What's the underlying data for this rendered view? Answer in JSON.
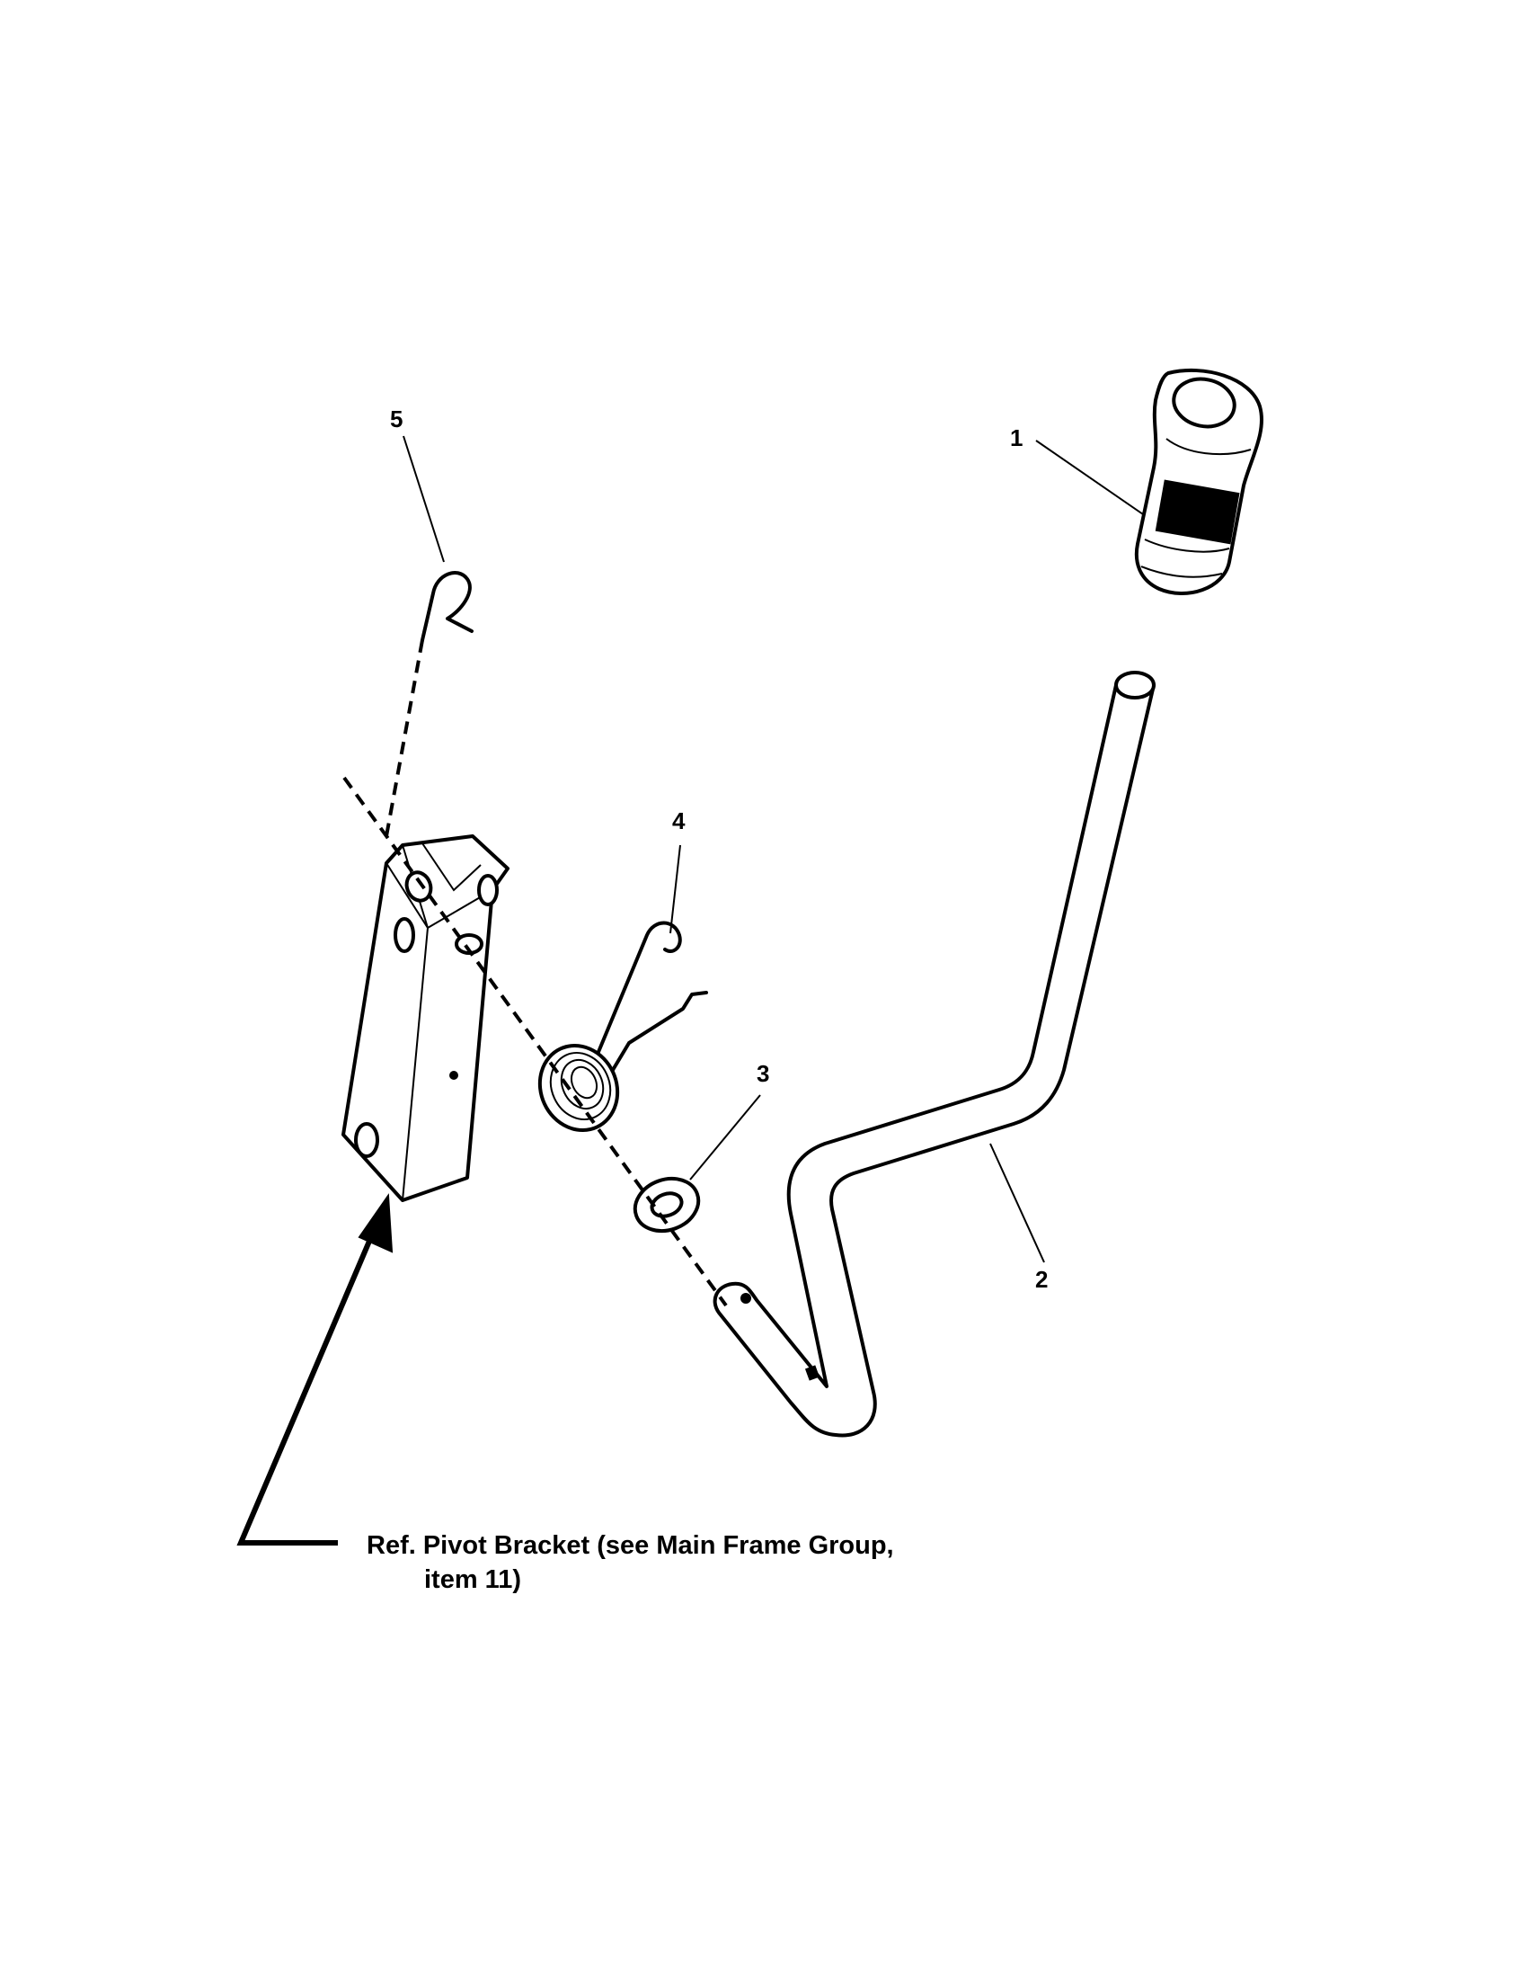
{
  "diagram": {
    "callouts": [
      {
        "id": "1",
        "label": "1"
      },
      {
        "id": "2",
        "label": "2"
      },
      {
        "id": "3",
        "label": "3"
      },
      {
        "id": "4",
        "label": "4"
      },
      {
        "id": "5",
        "label": "5"
      }
    ],
    "reference_note": {
      "line1": "Ref. Pivot Bracket (see Main Frame Group,",
      "line2": "item 11)"
    }
  }
}
